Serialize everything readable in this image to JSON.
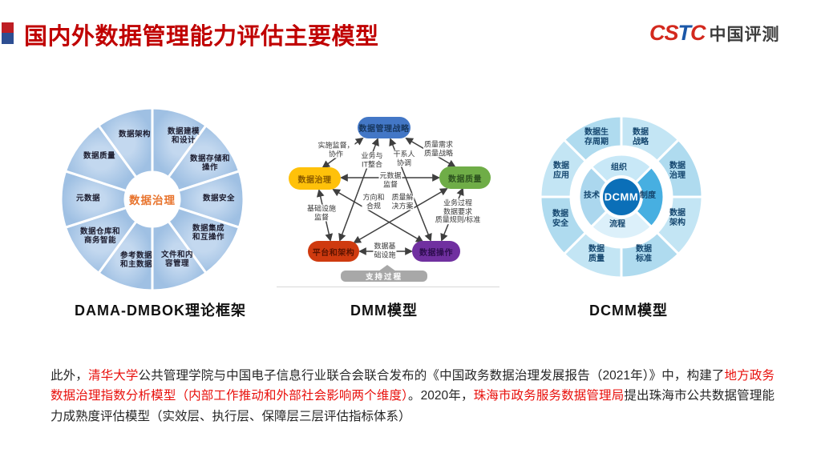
{
  "header": {
    "title": "国内外数据管理能力评估主要模型",
    "logo": {
      "part1": "CS",
      "part2": "T",
      "part3": "C",
      "company": "中国评测"
    }
  },
  "colors": {
    "title_red": "#C00000",
    "emphasis_red": "#E8100C",
    "dama_wheel_blue": "#A9C6E6",
    "dama_center_orange": "#E8732C",
    "dmm_strategy_blue": "#4377C6",
    "dmm_governance_yellow": "#FFC10A",
    "dmm_quality_green": "#6FAD47",
    "dmm_platform_red": "#CF3A0F",
    "dmm_operations_purple": "#7030A0",
    "dcmm_center_blue": "#0B6FB8",
    "dcmm_ring_blue": "#B5DEF1"
  },
  "diagrams": {
    "dama": {
      "caption": "DAMA-DMBOK理论框架",
      "center_label": "数据治理",
      "segments": [
        "数据架构",
        "数据建模\n和设计",
        "数据存储和\n操作",
        "数据安全",
        "数据集成\n和互操作",
        "文件和内\n容管理",
        "参考数据\n和主数据",
        "数据仓库和\n商务智能",
        "元数据",
        "数据质量"
      ]
    },
    "dmm": {
      "caption": "DMM模型",
      "nodes": [
        "数据管理战略",
        "数据治理",
        "数据质量",
        "平台和架构",
        "数据操作"
      ],
      "edge_labels": [
        "实施监督，\n协作",
        "质量需求\n质量战略",
        "业务与\nIT整合",
        "干系人\n协调",
        "元数据\n监督",
        "方向和\n合规",
        "质量解\n决方案",
        "基础设施\n监督",
        "业务过程\n数据要求\n质量规则/标准",
        "数据基\n础设施"
      ],
      "support_label": "支持过程"
    },
    "dcmm": {
      "caption": "DCMM模型",
      "center_label": "DCMM",
      "inner_segments": [
        "组织",
        "制度",
        "流程",
        "技术"
      ],
      "outer_segments": [
        "数据\n战略",
        "数据\n治理",
        "数据\n架构",
        "数据\n标准",
        "数据\n质量",
        "数据\n安全",
        "数据\n应用",
        "数据生\n存周期"
      ]
    }
  },
  "paragraph": {
    "segments": [
      {
        "text": "此外，",
        "style": "normal"
      },
      {
        "text": "清华大学",
        "style": "red"
      },
      {
        "text": "公共管理学院与中国电子信息行业联合会联合发布的《中国政务数据治理发展报告（2021年）》中，构建了",
        "style": "normal"
      },
      {
        "text": "地方政务数据治理指数分析模型（内部工作推动和外部社会影响两个维度）",
        "style": "red"
      },
      {
        "text": "。2020年，",
        "style": "normal"
      },
      {
        "text": "珠海市政务服务数据管理局",
        "style": "red"
      },
      {
        "text": "提出珠海市公共数据管理能力成熟度评估模型（实效层、执行层、保障层三层评估指标体系）",
        "style": "normal"
      }
    ]
  }
}
